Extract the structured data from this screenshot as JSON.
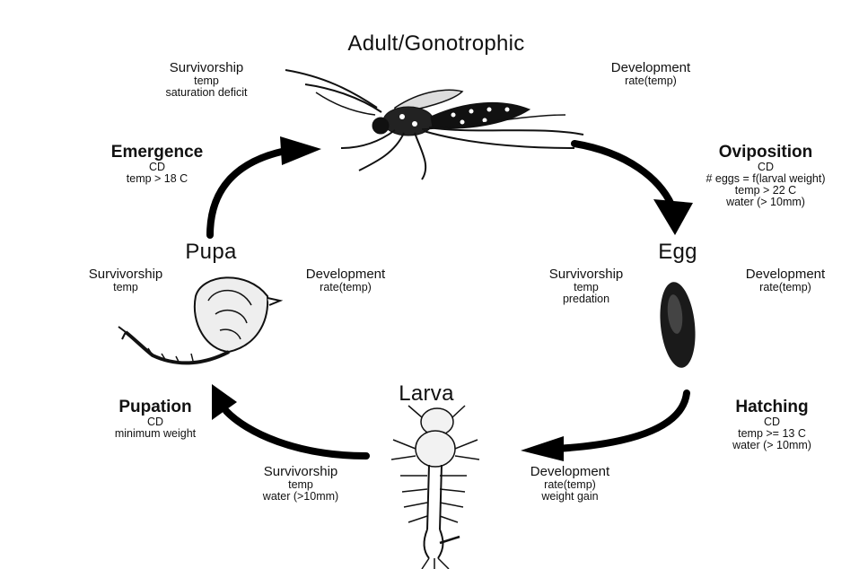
{
  "stages": {
    "adult": {
      "title": "Adult/Gonotrophic",
      "survivorship": {
        "label": "Survivorship",
        "lines": [
          "temp",
          "saturation deficit"
        ]
      },
      "development": {
        "label": "Development",
        "lines": [
          "rate(temp)"
        ]
      }
    },
    "egg": {
      "title": "Egg",
      "survivorship": {
        "label": "Survivorship",
        "lines": [
          "temp",
          "predation"
        ]
      },
      "development": {
        "label": "Development",
        "lines": [
          "rate(temp)"
        ]
      }
    },
    "larva": {
      "title": "Larva",
      "survivorship": {
        "label": "Survivorship",
        "lines": [
          "temp",
          "water (>10mm)"
        ]
      },
      "development": {
        "label": "Development",
        "lines": [
          "rate(temp)",
          "weight gain"
        ]
      }
    },
    "pupa": {
      "title": "Pupa",
      "survivorship": {
        "label": "Survivorship",
        "lines": [
          "temp"
        ]
      },
      "development": {
        "label": "Development",
        "lines": [
          "rate(temp)"
        ]
      }
    }
  },
  "transitions": {
    "oviposition": {
      "title": "Oviposition",
      "lines": [
        "CD",
        "# eggs = f(larval weight)",
        "temp > 22 C",
        "water (> 10mm)"
      ]
    },
    "hatching": {
      "title": "Hatching",
      "lines": [
        "CD",
        "temp >= 13 C",
        "water (> 10mm)"
      ]
    },
    "pupation": {
      "title": "Pupation",
      "lines": [
        "CD",
        "minimum weight"
      ]
    },
    "emergence": {
      "title": "Emergence",
      "lines": [
        "CD",
        "temp > 18 C"
      ]
    }
  }
}
